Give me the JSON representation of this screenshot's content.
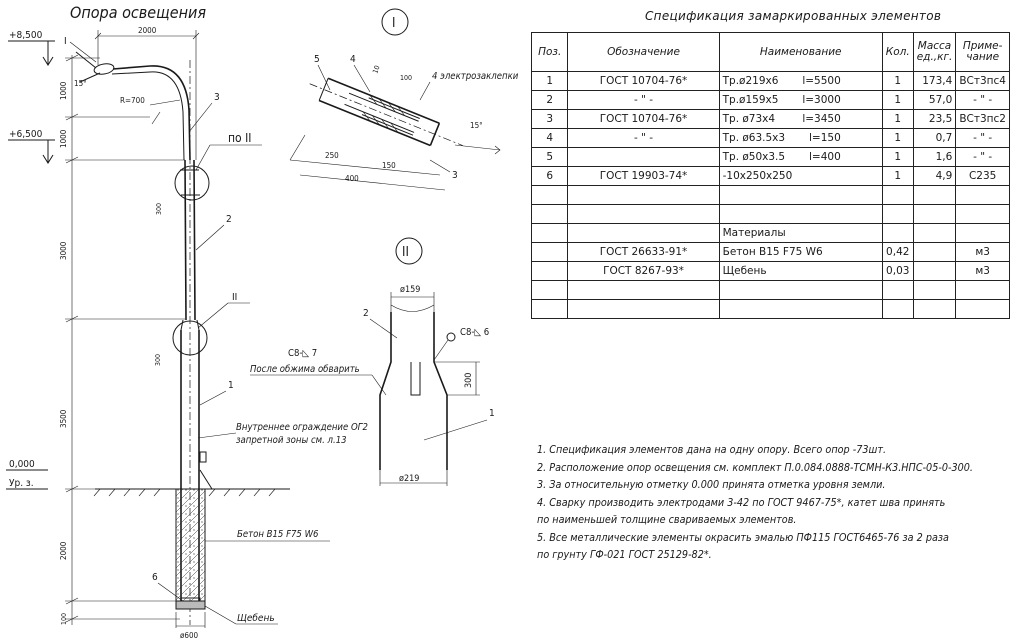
{
  "drawing": {
    "main_title": "Опора освещения",
    "view_I_mark": "I",
    "view_II_mark": "II",
    "dims_main": {
      "top_mark": "+8,500",
      "mid_mark": "+6,500",
      "ground_mark": "0,000",
      "ground_label": "Ур. з.",
      "arm_length": "2000",
      "radius": "R=700",
      "angle": "15°",
      "d1000a": "1000",
      "d1000b": "1000",
      "d3000": "3000",
      "d3500": "3500",
      "d2000": "2000",
      "d300a": "300",
      "d300b": "300",
      "d100": "100",
      "foundation_dia": "ø600"
    },
    "callouts_main": {
      "c1": "1",
      "c2": "2",
      "c3": "3",
      "c6": "6",
      "po_II": "по  II",
      "II_mark": "II",
      "I_mark": "I",
      "fence_line1": "Внутреннее ограждение ОГ2",
      "fence_line2": "запретной зоны см. л.13",
      "concrete": "Бетон В15 F75 W6",
      "gravel": "Щебень"
    },
    "view_I": {
      "c5": "5",
      "c4": "4",
      "c3": "3",
      "rivets": "4 электрозаклепки",
      "d10": "10",
      "d100": "100",
      "d250": "250",
      "d150": "150",
      "d400": "400",
      "angle": "15°"
    },
    "view_II": {
      "top_dia": "ø159",
      "bottom_dia": "ø219",
      "c2": "2",
      "c1": "1",
      "weld_right": "С8-",
      "weld_right_n": "6",
      "weld_left": "С8-",
      "weld_left_n": "7",
      "weld_note": "После обжима обварить",
      "d300": "300"
    }
  },
  "spec": {
    "title": "Спецификация замаркированных элементов",
    "headers": {
      "pos": "Поз.",
      "designation": "Обозначение",
      "name": "Наименование",
      "qty": "Кол.",
      "mass_l1": "Масса",
      "mass_l2": "ед.,кг.",
      "note_l1": "Приме-",
      "note_l2": "чание"
    },
    "rows": [
      {
        "pos": "1",
        "designation": "ГОСТ  10704-76*",
        "name": "Тр.ø219х6",
        "length": "l=5500",
        "qty": "1",
        "mass": "173,4",
        "note": "ВСт3пс4"
      },
      {
        "pos": "2",
        "designation": "- \" -",
        "name": "Тр.ø159х5",
        "length": "l=3000",
        "qty": "1",
        "mass": "57,0",
        "note": "- \" -"
      },
      {
        "pos": "3",
        "designation": "ГОСТ  10704-76*",
        "name": "Тр.  ø73х4",
        "length": "l=3450",
        "qty": "1",
        "mass": "23,5",
        "note": "ВСт3пс2"
      },
      {
        "pos": "4",
        "designation": "- \" -",
        "name": "Тр.  ø63.5х3",
        "length": "l=150",
        "qty": "1",
        "mass": "0,7",
        "note": "- \" -"
      },
      {
        "pos": "5",
        "designation": "",
        "name": "Тр.  ø50х3.5",
        "length": "l=400",
        "qty": "1",
        "mass": "1,6",
        "note": "- \" -"
      },
      {
        "pos": "6",
        "designation": "ГОСТ  19903-74*",
        "name": "-10х250х250",
        "length": "",
        "qty": "1",
        "mass": "4,9",
        "note": "С235"
      },
      {
        "pos": "",
        "designation": "",
        "name": "",
        "length": "",
        "qty": "",
        "mass": "",
        "note": ""
      },
      {
        "pos": "",
        "designation": "",
        "name": "",
        "length": "",
        "qty": "",
        "mass": "",
        "note": ""
      },
      {
        "pos": "",
        "designation": "",
        "name": "Материалы",
        "length": "",
        "qty": "",
        "mass": "",
        "note": ""
      },
      {
        "pos": "",
        "designation": "ГОСТ  26633-91*",
        "name": "Бетон В15  F75  W6",
        "length": "",
        "qty": "0,42",
        "mass": "",
        "note": "м3"
      },
      {
        "pos": "",
        "designation": "ГОСТ  8267-93*",
        "name": "Щебень",
        "length": "",
        "qty": "0,03",
        "mass": "",
        "note": "м3"
      },
      {
        "pos": "",
        "designation": "",
        "name": "",
        "length": "",
        "qty": "",
        "mass": "",
        "note": ""
      },
      {
        "pos": "",
        "designation": "",
        "name": "",
        "length": "",
        "qty": "",
        "mass": "",
        "note": ""
      }
    ]
  },
  "notes": [
    "1. Спецификация элементов дана на одну опору. Всего опор  -73шт.",
    "2. Расположение опор освещения см. комплект  П.0.084.0888-ТСМН-К3.НПС-05-0-300.",
    "3. За относительную отметку 0.000 принята отметка уровня земли.",
    "4. Сварку производить электродами 3-42 по ГОСТ  9467-75*, катет шва принять",
    "    по наименьшей толщине свариваемых элементов.",
    "5. Все металлические элементы окрасить   эмалью ПФ115 ГОСТ6465-76  за 2 раза",
    "    по грунту ГФ-021 ГОСТ  25129-82*."
  ]
}
